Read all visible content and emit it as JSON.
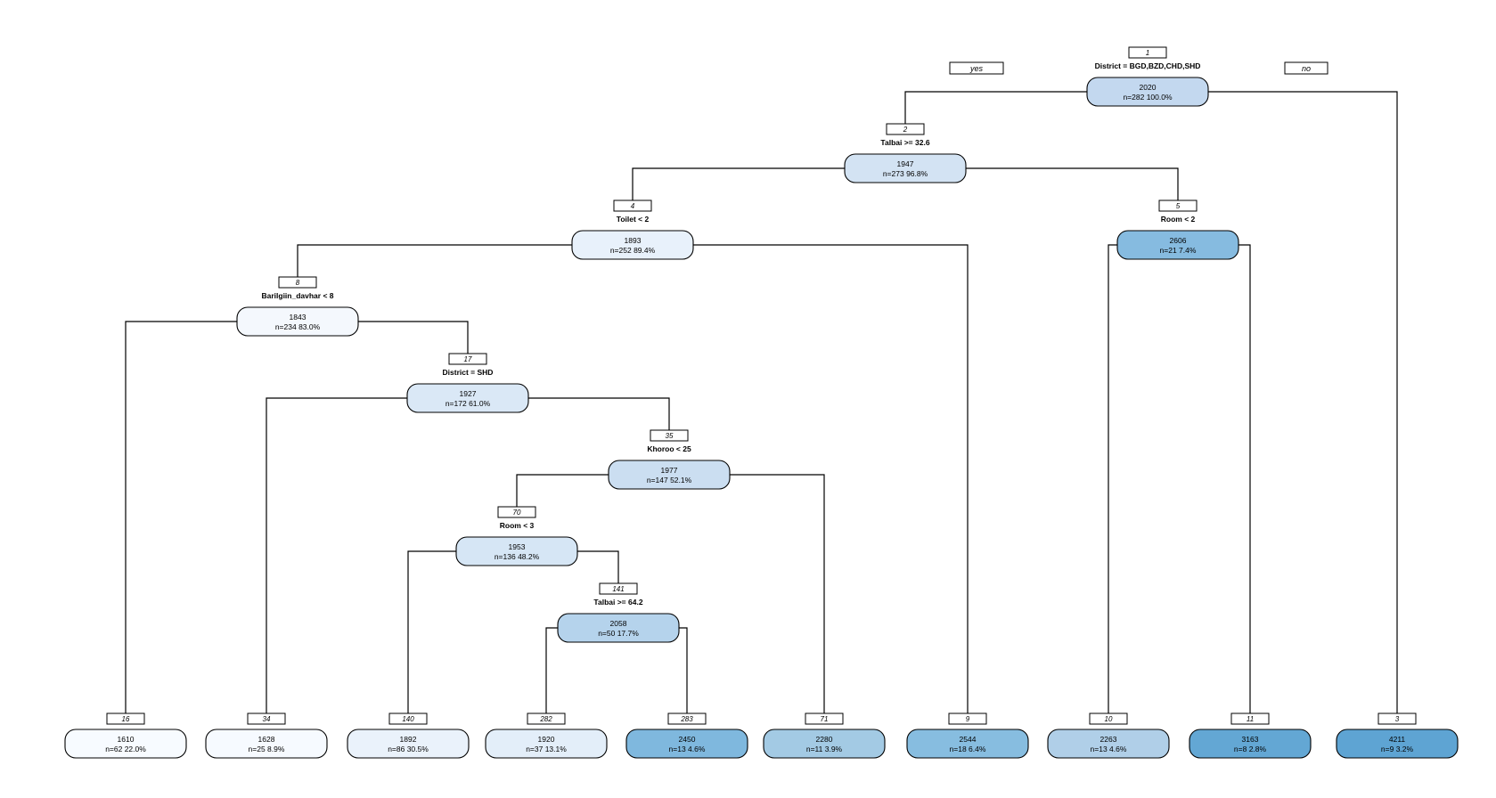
{
  "direction_labels": {
    "left": "yes",
    "right": "no"
  },
  "colors": {
    "stroke": "#000000",
    "edge": "#000000",
    "fill_scale": [
      "#f7fbff",
      "#e3eef9",
      "#c6dbef",
      "#9ecae1",
      "#6baed6",
      "#5aa2d1"
    ]
  },
  "nodes": [
    {
      "id": "1",
      "value": "2020",
      "stats": "n=282  100.0%",
      "split": "District = BGD,BZD,CHD,SHD",
      "fill": "#c3d8ef"
    },
    {
      "id": "2",
      "value": "1947",
      "stats": "n=273  96.8%",
      "split": "Talbai >= 32.6",
      "fill": "#d3e3f3"
    },
    {
      "id": "3",
      "value": "4211",
      "stats": "n=9  3.2%",
      "split": "",
      "fill": "#5ea4d3"
    },
    {
      "id": "4",
      "value": "1893",
      "stats": "n=252  89.4%",
      "split": "Toilet < 2",
      "fill": "#e8f1fb"
    },
    {
      "id": "5",
      "value": "2606",
      "stats": "n=21  7.4%",
      "split": "Room < 2",
      "fill": "#86bbe0"
    },
    {
      "id": "8",
      "value": "1843",
      "stats": "n=234  83.0%",
      "split": "Barilgiin_davhar < 8",
      "fill": "#f4f8fd"
    },
    {
      "id": "9",
      "value": "2544",
      "stats": "n=18  6.4%",
      "split": "",
      "fill": "#87bde0"
    },
    {
      "id": "10",
      "value": "2263",
      "stats": "n=13  4.6%",
      "split": "",
      "fill": "#b0cfe8"
    },
    {
      "id": "11",
      "value": "3163",
      "stats": "n=8  2.8%",
      "split": "",
      "fill": "#63a7d4"
    },
    {
      "id": "16",
      "value": "1610",
      "stats": "n=62  22.0%",
      "split": "",
      "fill": "#f7fbff"
    },
    {
      "id": "17",
      "value": "1927",
      "stats": "n=172  61.0%",
      "split": "District = SHD",
      "fill": "#dae8f6"
    },
    {
      "id": "34",
      "value": "1628",
      "stats": "n=25  8.9%",
      "split": "",
      "fill": "#f6faff"
    },
    {
      "id": "35",
      "value": "1977",
      "stats": "n=147  52.1%",
      "split": "Khoroo < 25",
      "fill": "#cbdef1"
    },
    {
      "id": "70",
      "value": "1953",
      "stats": "n=136  48.2%",
      "split": "Room < 3",
      "fill": "#d6e6f5"
    },
    {
      "id": "71",
      "value": "2280",
      "stats": "n=11  3.9%",
      "split": "",
      "fill": "#a3cae4"
    },
    {
      "id": "140",
      "value": "1892",
      "stats": "n=86  30.5%",
      "split": "",
      "fill": "#eaf2fb"
    },
    {
      "id": "141",
      "value": "2058",
      "stats": "n=50  17.7%",
      "split": "Talbai >= 64.2",
      "fill": "#b5d3ec"
    },
    {
      "id": "282",
      "value": "1920",
      "stats": "n=37  13.1%",
      "split": "",
      "fill": "#e3eef9"
    },
    {
      "id": "283",
      "value": "2450",
      "stats": "n=13  4.6%",
      "split": "",
      "fill": "#7fb8de"
    }
  ],
  "edges": [
    [
      "1",
      "2"
    ],
    [
      "1",
      "3"
    ],
    [
      "2",
      "4"
    ],
    [
      "2",
      "5"
    ],
    [
      "4",
      "8"
    ],
    [
      "4",
      "9"
    ],
    [
      "5",
      "10"
    ],
    [
      "5",
      "11"
    ],
    [
      "8",
      "16"
    ],
    [
      "8",
      "17"
    ],
    [
      "17",
      "34"
    ],
    [
      "17",
      "35"
    ],
    [
      "35",
      "70"
    ],
    [
      "35",
      "71"
    ],
    [
      "70",
      "140"
    ],
    [
      "70",
      "141"
    ],
    [
      "141",
      "282"
    ],
    [
      "141",
      "283"
    ]
  ]
}
